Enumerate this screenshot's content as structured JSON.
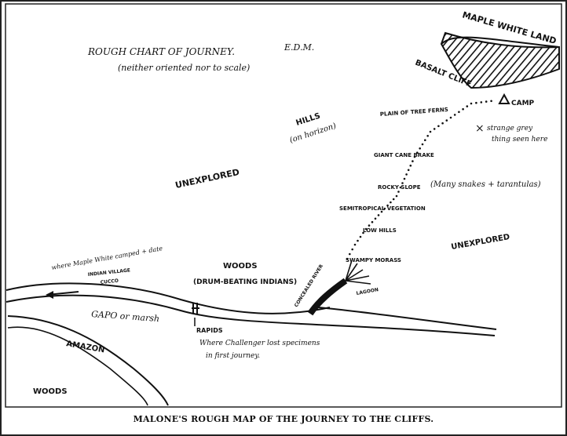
{
  "map": {
    "title": "ROUGH CHART OF JOURNEY.",
    "initials": "E.D.M.",
    "subtitle": "(neither oriented nor to scale)",
    "labels": {
      "maple_white_land": "MAPLE WHITE LAND",
      "basalt_cliff": "BASALT CLIFF",
      "camp": "CAMP",
      "plain_of_tree_ferns": "PLAIN OF TREE FERNS",
      "strange_grey_thing": "strange grey thing seen here",
      "hills": "HILLS",
      "on_horizon": "(on horizon)",
      "giant_cane_brake": "GIANT CANE BRAKE",
      "rocky_slope": "ROCKY SLOPE",
      "many_snakes": "(Many snakes + tarantulas)",
      "semitropical_vegetation": "SEMITROPICAL VEGETATION",
      "low_hills": "LOW HILLS",
      "swampy_morass": "SWAMPY MORASS",
      "unexplored_left": "UNEXPLORED",
      "unexplored_right": "UNEXPLORED",
      "woods_center": "WOODS",
      "drum_beating": "(DRUM-BEATING INDIANS)",
      "where_maple_white_camped": "where Maple White camped + date",
      "indian_village": "INDIAN VILLAGE",
      "cucco": "CUCCO",
      "concealed_river": "CONCEALED RIVER",
      "lagoon": "LAGOON",
      "gapo_or_marsh": "GAPO or marsh",
      "rapids": "RAPIDS",
      "where_challenger_lost": "Where Challenger lost specimens",
      "first_journey": "in first journey.",
      "amazon": "AMAZON",
      "woods_bottom": "WOODS"
    }
  },
  "caption": "MALONE'S ROUGH MAP OF THE JOURNEY TO THE CLIFFS.",
  "colors": {
    "ink": "#111111",
    "paper": "#ffffff",
    "border": "#222222"
  }
}
